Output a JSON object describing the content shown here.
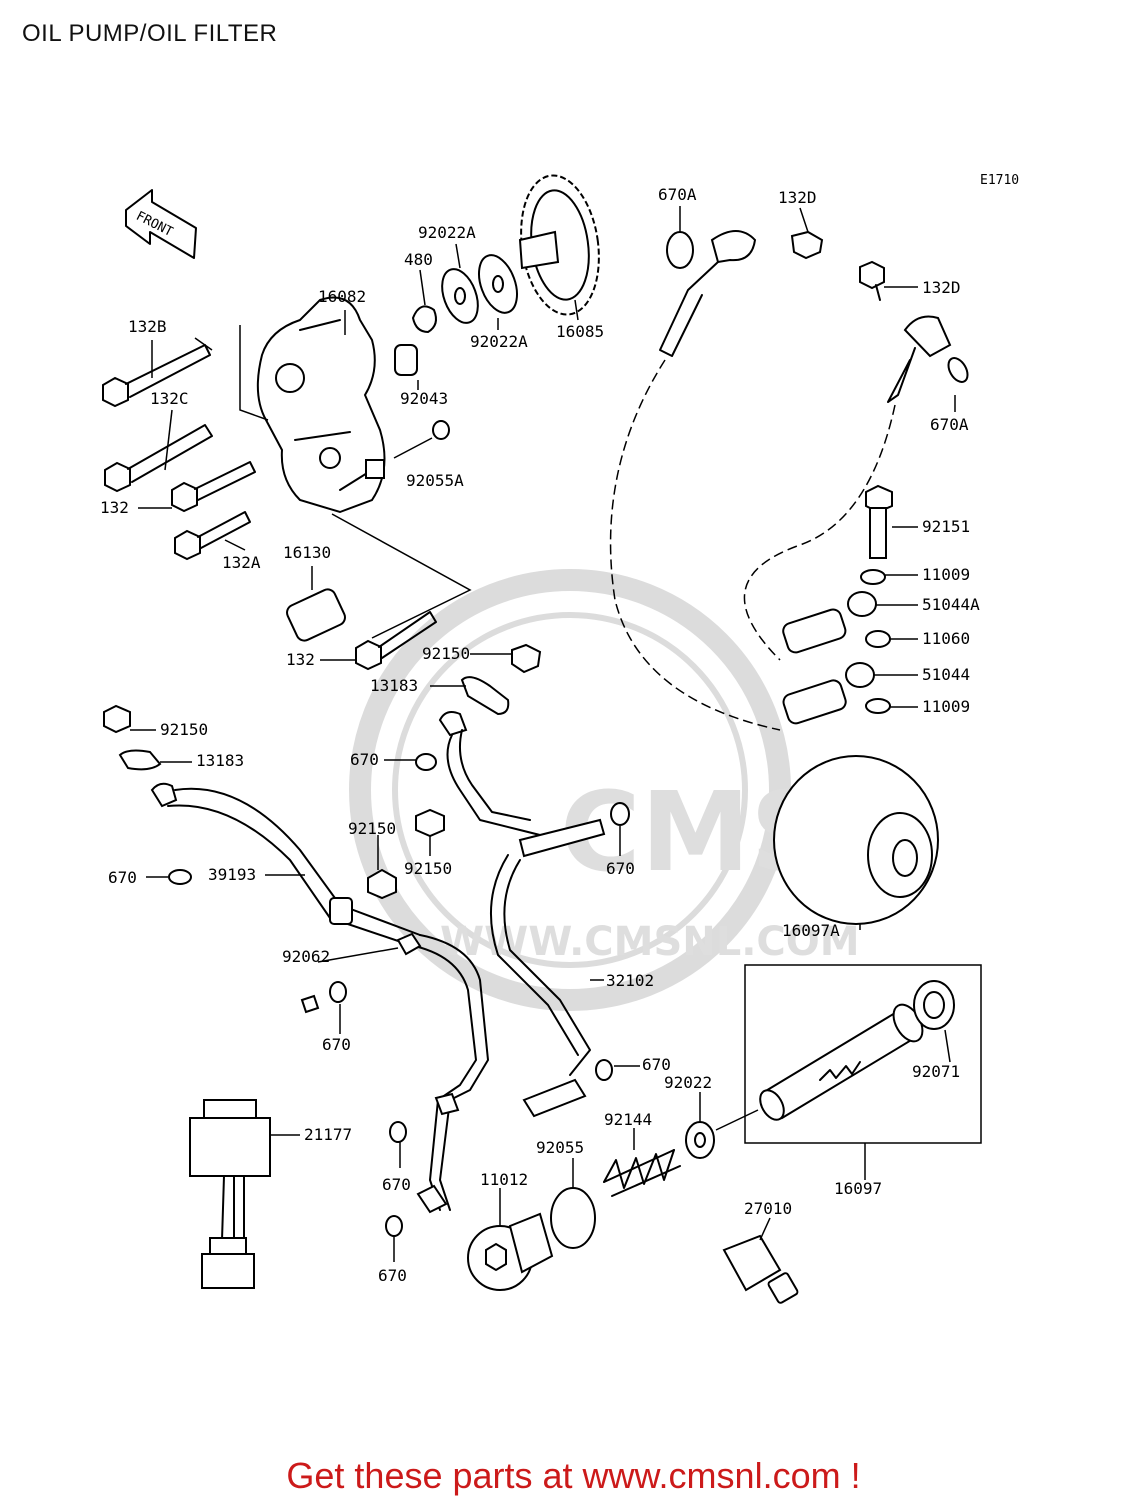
{
  "title": "OIL PUMP/OIL FILTER",
  "diagram_code": "E1710",
  "front_marker": "FRONT",
  "watermark": {
    "brand": "CMS",
    "url": "WWW.CMSNL.COM"
  },
  "part_labels": [
    {
      "id": "l-670a-top",
      "text": "670A"
    },
    {
      "id": "l-132d-top",
      "text": "132D"
    },
    {
      "id": "l-132d-right",
      "text": "132D"
    },
    {
      "id": "l-670a-right",
      "text": "670A"
    },
    {
      "id": "l-92022a-top",
      "text": "92022A"
    },
    {
      "id": "l-480",
      "text": "480"
    },
    {
      "id": "l-16082",
      "text": "16082"
    },
    {
      "id": "l-92022a-bot",
      "text": "92022A"
    },
    {
      "id": "l-16085",
      "text": "16085"
    },
    {
      "id": "l-132b",
      "text": "132B"
    },
    {
      "id": "l-92043",
      "text": "92043"
    },
    {
      "id": "l-132c",
      "text": "132C"
    },
    {
      "id": "l-92055a",
      "text": "92055A"
    },
    {
      "id": "l-132-a",
      "text": "132"
    },
    {
      "id": "l-132a",
      "text": "132A"
    },
    {
      "id": "l-16130",
      "text": "16130"
    },
    {
      "id": "l-132-b",
      "text": "132"
    },
    {
      "id": "l-92150-a",
      "text": "92150"
    },
    {
      "id": "l-13183-a",
      "text": "13183"
    },
    {
      "id": "l-92151",
      "text": "92151"
    },
    {
      "id": "l-11009-a",
      "text": "11009"
    },
    {
      "id": "l-51044a",
      "text": "51044A"
    },
    {
      "id": "l-11060",
      "text": "11060"
    },
    {
      "id": "l-51044",
      "text": "51044"
    },
    {
      "id": "l-11009-b",
      "text": "11009"
    },
    {
      "id": "l-92150-b",
      "text": "92150"
    },
    {
      "id": "l-13183-b",
      "text": "13183"
    },
    {
      "id": "l-670-a",
      "text": "670"
    },
    {
      "id": "l-92150-c",
      "text": "92150"
    },
    {
      "id": "l-92150-d",
      "text": "92150"
    },
    {
      "id": "l-670-b",
      "text": "670"
    },
    {
      "id": "l-670-c",
      "text": "670"
    },
    {
      "id": "l-39193",
      "text": "39193"
    },
    {
      "id": "l-16097a",
      "text": "16097A"
    },
    {
      "id": "l-92062",
      "text": "92062"
    },
    {
      "id": "l-32102",
      "text": "32102"
    },
    {
      "id": "l-670-d",
      "text": "670"
    },
    {
      "id": "l-670-e",
      "text": "670"
    },
    {
      "id": "l-92071",
      "text": "92071"
    },
    {
      "id": "l-92022",
      "text": "92022"
    },
    {
      "id": "l-21177",
      "text": "21177"
    },
    {
      "id": "l-92144",
      "text": "92144"
    },
    {
      "id": "l-92055",
      "text": "92055"
    },
    {
      "id": "l-11012",
      "text": "11012"
    },
    {
      "id": "l-670-f",
      "text": "670"
    },
    {
      "id": "l-16097",
      "text": "16097"
    },
    {
      "id": "l-27010",
      "text": "27010"
    },
    {
      "id": "l-670-g",
      "text": "670"
    }
  ],
  "footer": "Get these parts at www.cmsnl.com !"
}
